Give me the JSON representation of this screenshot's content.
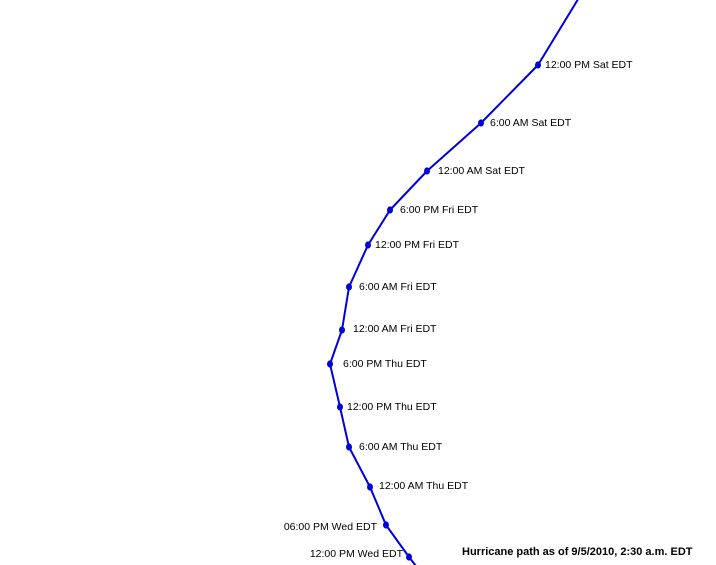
{
  "colors": {
    "track": "#0000dd",
    "point": "#0000dd",
    "label": "#000000"
  },
  "track_points": [
    {
      "label": "12:00 PM Sat EDT"
    },
    {
      "label": "6:00 AM Sat EDT"
    },
    {
      "label": "12:00 AM Sat EDT"
    },
    {
      "label": "6:00 PM Fri EDT"
    },
    {
      "label": "12:00 PM Fri EDT"
    },
    {
      "label": "6:00 AM Fri EDT"
    },
    {
      "label": "12:00 AM Fri EDT"
    },
    {
      "label": "6:00 PM Thu EDT"
    },
    {
      "label": "12:00 PM Thu EDT"
    },
    {
      "label": "6:00 AM Thu EDT"
    },
    {
      "label": "12:00 AM Thu EDT"
    },
    {
      "label": "06:00 PM Wed EDT"
    },
    {
      "label": "12:00 PM Wed EDT"
    }
  ],
  "caption": "Hurricane path as of 9/5/2010, 2:30 a.m. EDT"
}
